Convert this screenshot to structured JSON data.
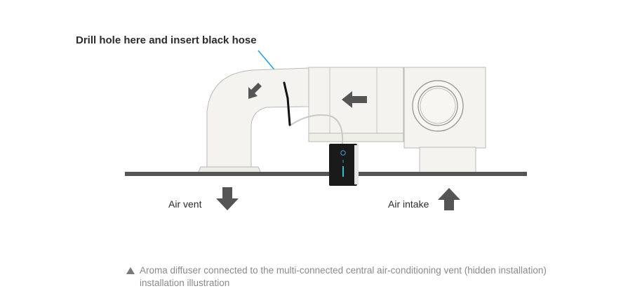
{
  "callout": {
    "text": "Drill hole here and insert black hose"
  },
  "labels": {
    "air_vent": "Air vent",
    "air_intake": "Air intake"
  },
  "caption": {
    "line1": "Aroma diffuser connected to the multi-connected central air-conditioning vent (hidden installation)",
    "line2": "installation illustration"
  },
  "colors": {
    "callout_arrow": "#1aa3d9",
    "duct_fill": "#f4f3ef",
    "duct_stroke": "#b9b9b4",
    "ceiling": "#555555",
    "arrow": "#555555",
    "diffuser": "#1a1a1a",
    "diffuser_accent": "#2ec4c4"
  },
  "icons": {
    "flow_arrow": "arrow-icon",
    "caption_marker": "triangle-icon"
  }
}
